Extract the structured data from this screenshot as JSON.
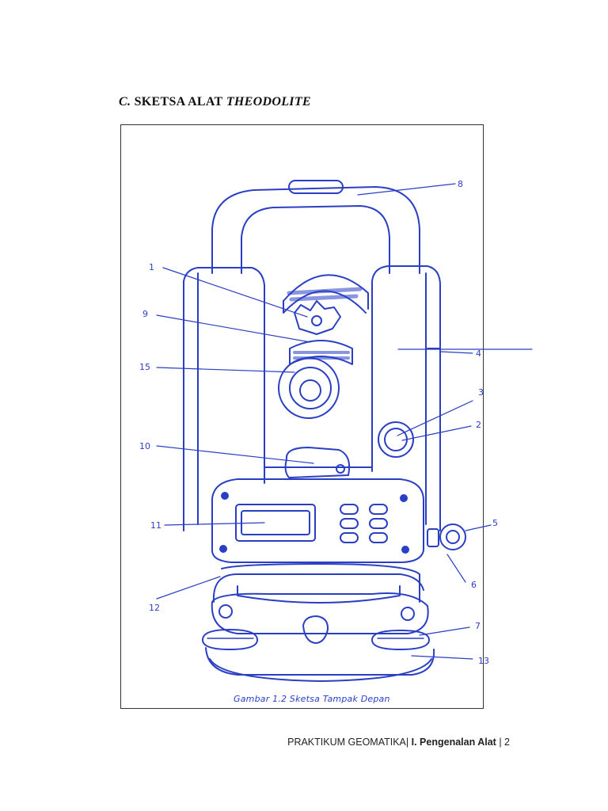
{
  "heading": {
    "prefix": "C.",
    "main": "SKETSA ALAT",
    "emph": "THEODOLITE"
  },
  "callouts": [
    {
      "id": "c1",
      "label": "1"
    },
    {
      "id": "c9",
      "label": "9"
    },
    {
      "id": "c15",
      "label": "15"
    },
    {
      "id": "c10",
      "label": "10"
    },
    {
      "id": "c11",
      "label": "11"
    },
    {
      "id": "c12",
      "label": "12"
    },
    {
      "id": "c8",
      "label": "8"
    },
    {
      "id": "c4",
      "label": "4"
    },
    {
      "id": "c3",
      "label": "3"
    },
    {
      "id": "c2",
      "label": "2"
    },
    {
      "id": "c5",
      "label": "5"
    },
    {
      "id": "c6",
      "label": "6"
    },
    {
      "id": "c7",
      "label": "7"
    },
    {
      "id": "c13",
      "label": "13"
    }
  ],
  "caption": "Gambar 1.2 Sketsa Tampak Depan",
  "footer": {
    "course": "PRAKTIKUM GEOMATIKA",
    "chapter": "I. Pengenalan Alat",
    "page": "2"
  },
  "colors": {
    "ink": "#2a3fc4",
    "border": "#333333"
  }
}
